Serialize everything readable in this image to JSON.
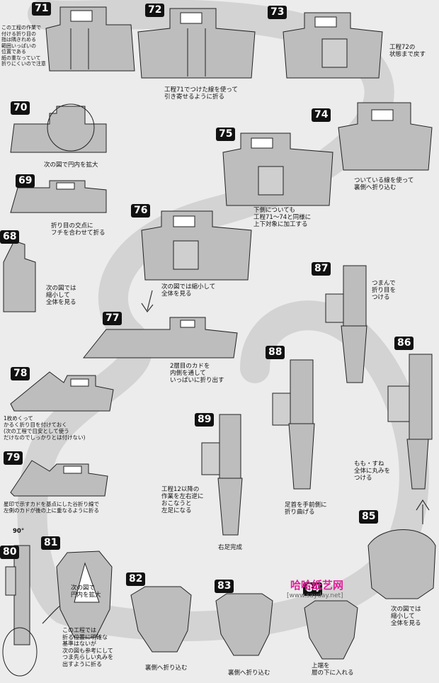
{
  "steps": [
    "71",
    "72",
    "73",
    "74",
    "75",
    "76",
    "77",
    "78",
    "79",
    "80",
    "81",
    "82",
    "83",
    "84",
    "85",
    "86",
    "87",
    "88",
    "89",
    "70",
    "69",
    "68"
  ],
  "notes": {
    "n71": "この工程の作業で\n付ける折り目の\n指は隅きれめる\n範囲いっぱいの\n位置である\n紙の重なっていて\n折りにくいので注意",
    "n72": "工程71でつけた線を使って\n引き寄せるように折る",
    "n73": "工程72の\n状態まで戻す",
    "n74": "ついている線を使って\n裏側へ折り込む",
    "n75": "下側についても\n工程71～74と同様に\n上下対象に加工する",
    "n70": "次の図で円内を拡大",
    "n69": "折り目の交点に\nフチを合わせて折る",
    "n68": "次の図では\n縮小して\n全体を見る",
    "n76": "次の図では縮小して\n全体を見る",
    "n77": "2層目のカドを\n内側を通して\nいっぱいに折り出す",
    "n78": "1枚めくって\nかるく折り目を付けておく\n(次の工程で目安として使う\nだけなのでしっかりとは付けない)",
    "n79": "星印で示すカドを基点にした谷折り線で\n左側のカドが後の上に重なるように折る",
    "n87": "つまんで\n折り目を\nつける",
    "n88": "足首を手前側に\n折り曲げる",
    "n89": "工程12以降の\n作業を左右逆に\nおこなうと\n左足になる",
    "right_leg": "右足完成",
    "n86": "もも・すね\n全体に丸みを\nつける",
    "n85": "次の図では\n縮小して\n全体を見る",
    "n81": "次の図で\n円内を拡大",
    "n80": "この工程では\n折る位置に明確な\n基準はないが\n次の図も参考にして\nつま先らしい丸みを\n出すように折る",
    "n82": "裏側へ折り込む",
    "n83": "裏側へ折り込む",
    "n84": "上端を\n層の下に入れる",
    "angle": "90°"
  },
  "watermark": {
    "brand": "哈哈纸艺网",
    "url": "[www.sayday.net]"
  }
}
